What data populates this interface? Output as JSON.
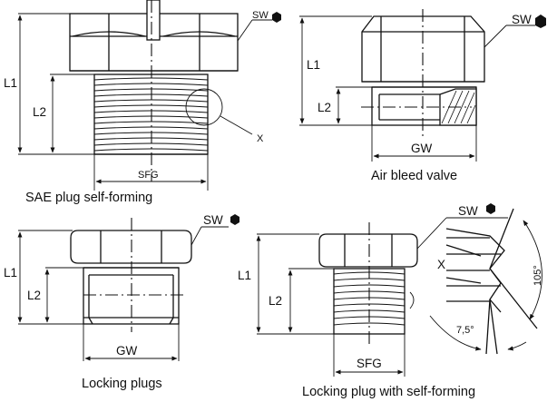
{
  "figures": {
    "sae_plug": {
      "caption": "SAE plug self-forming",
      "sw": "SW",
      "l1": "L1",
      "l2": "L2",
      "sfg": "SFG",
      "x": "X"
    },
    "air_bleed": {
      "caption": "Air bleed valve",
      "sw": "SW",
      "l1": "L1",
      "l2": "L2",
      "gw": "GW"
    },
    "locking_plug": {
      "caption": "Locking plugs",
      "sw": "SW",
      "l1": "L1",
      "l2": "L2",
      "gw": "GW"
    },
    "locking_sf": {
      "caption": "Locking plug with self-forming",
      "sw": "SW",
      "l1": "L1",
      "l2": "L2",
      "sfg": "SFG",
      "x": "X",
      "angle_flank": "105°",
      "angle_lead": "7,5°"
    }
  },
  "colors": {
    "line": "#111111",
    "background": "#ffffff"
  }
}
